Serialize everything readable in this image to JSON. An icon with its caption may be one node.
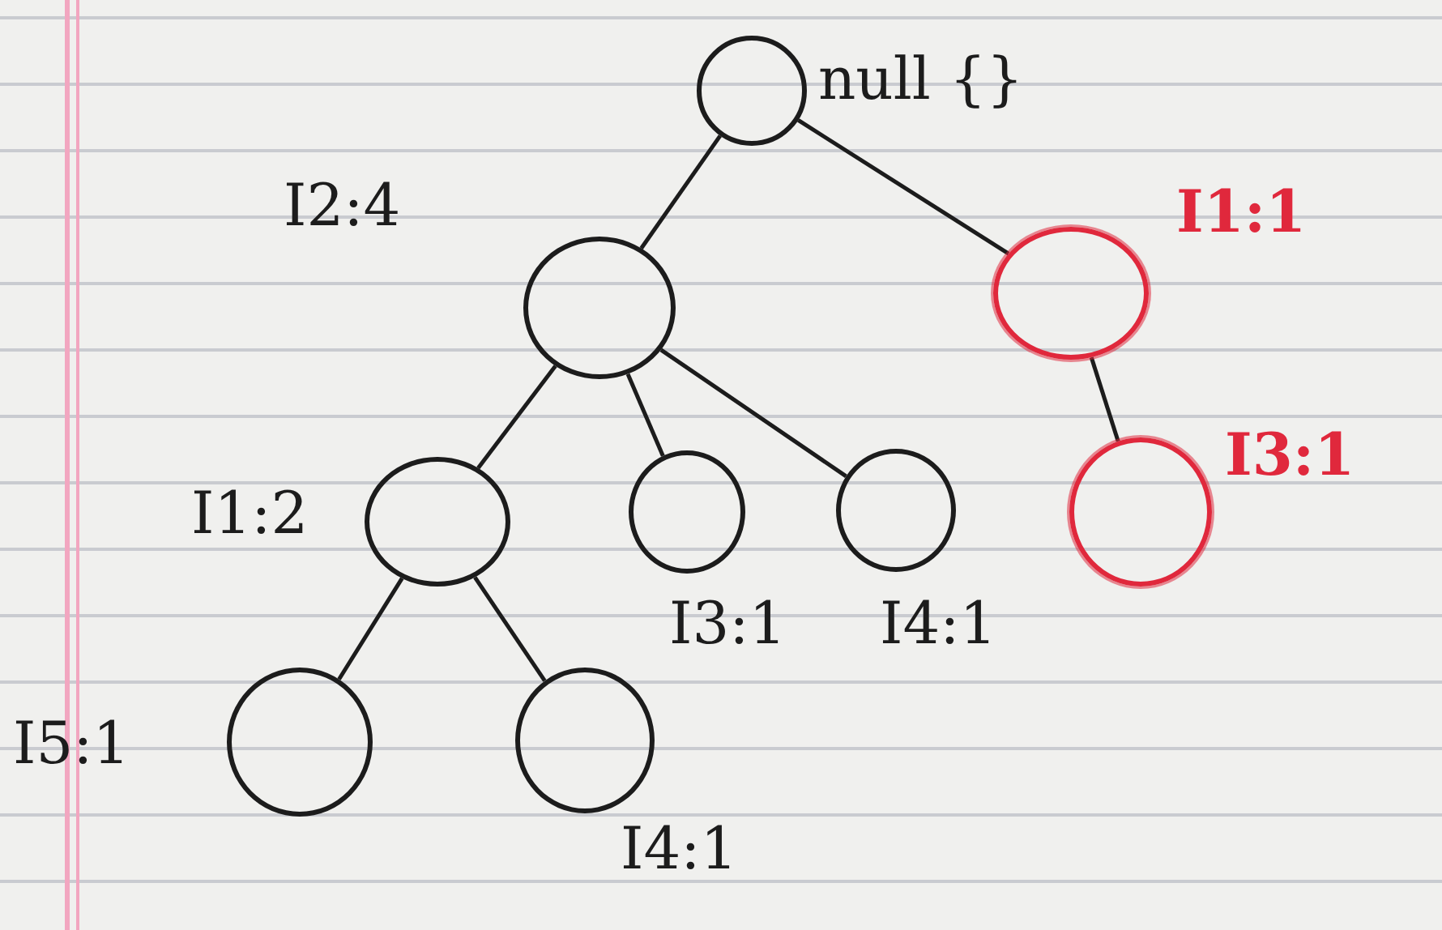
{
  "diagram": {
    "nodes": [
      {
        "text": [],
        "shape": "circle",
        "beside": [
          "null {}"
        ]
      },
      {
        "text": [],
        "shape": "circle",
        "beside": [
          "I2:4"
        ]
      },
      {
        "text": [],
        "shape": "circle",
        "beside": [
          "I1:1"
        ]
      },
      {
        "text": [],
        "shape": "circle",
        "beside": [
          "I3:1"
        ]
      },
      {
        "text": [],
        "shape": "circle",
        "beside": [
          "I1:2"
        ]
      },
      {
        "text": [],
        "shape": "circle",
        "beside": [
          "I3:1"
        ]
      },
      {
        "text": [],
        "shape": "circle",
        "beside": [
          "I4:1"
        ]
      },
      {
        "text": [],
        "shape": "circle",
        "beside": [
          "I5:1"
        ]
      },
      {
        "text": [],
        "shape": "circle",
        "beside": [
          "I4:1"
        ]
      }
    ],
    "edges": [
      {
        "from": 0,
        "to": 1,
        "arrow": "none"
      },
      {
        "from": 0,
        "to": 2,
        "arrow": "none"
      },
      {
        "from": 1,
        "to": 4,
        "arrow": "none"
      },
      {
        "from": 1,
        "to": 5,
        "arrow": "none"
      },
      {
        "from": 1,
        "to": 6,
        "arrow": "none"
      },
      {
        "from": 2,
        "to": 3,
        "arrow": "none"
      },
      {
        "from": 4,
        "to": 7,
        "arrow": "none"
      },
      {
        "from": 4,
        "to": 8,
        "arrow": "none"
      }
    ]
  }
}
